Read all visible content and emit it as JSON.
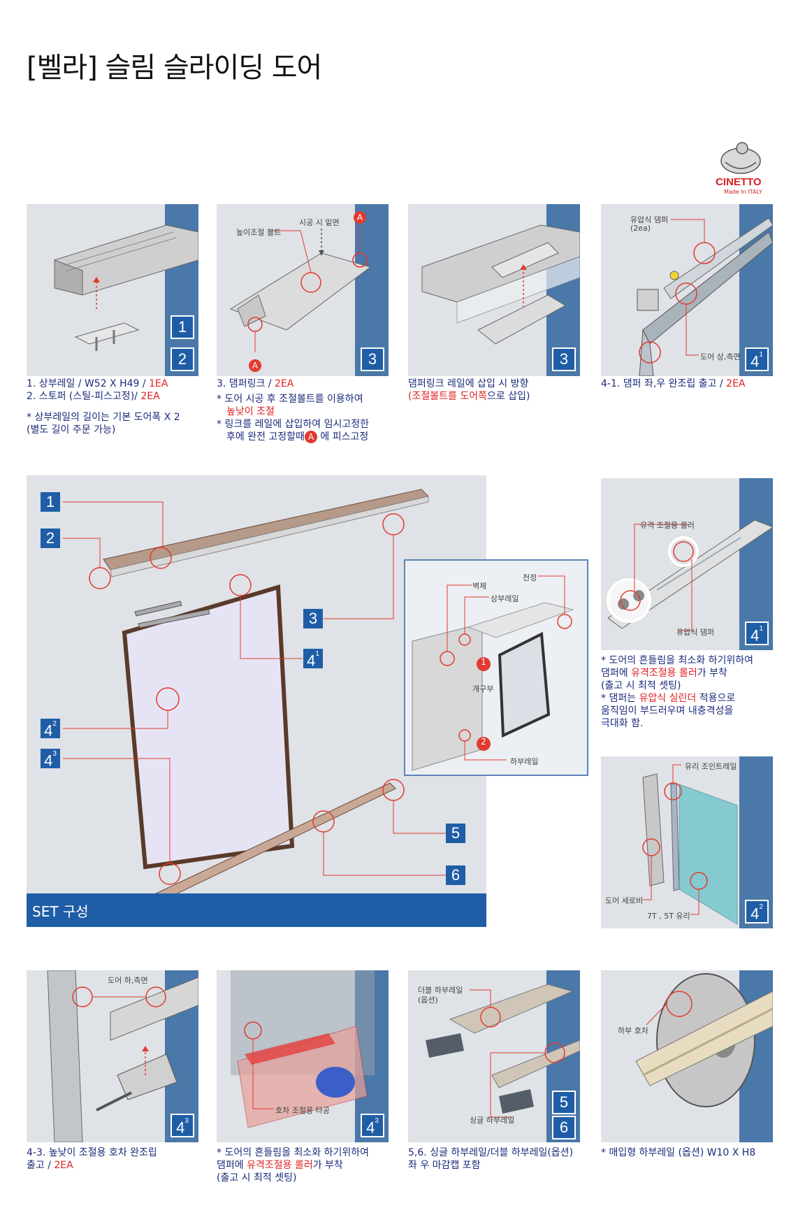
{
  "title": "[벨라] 슬림 슬라이딩 도어",
  "brand": {
    "name": "CINETTO",
    "tagline": "Made In ITALY"
  },
  "colors": {
    "accent_blue": "#1f5ea6",
    "stripe_blue": "#4a78a8",
    "marker_red": "#e23a30",
    "text_navy": "#1a2a7a"
  },
  "panels": {
    "p1": {
      "badges": [
        "1",
        "2"
      ]
    },
    "p2": {
      "labels": {
        "height_bolt": "높이조절 볼트",
        "install_bottom": "시공 시 밑면"
      },
      "badge": "3",
      "marker": "A"
    },
    "p3": {
      "badge": "3"
    },
    "p4": {
      "labels": {
        "damper": "유압식 댐퍼",
        "damper_qty": "(2ea)",
        "door_top_side": "도어 상,측면"
      },
      "badge_main": "4",
      "badge_sup": "1"
    },
    "p5": {
      "labels": {
        "roller": "유격 조절용 롤러",
        "damper": "유압식 댐퍼"
      },
      "badge_main": "4",
      "badge_sup": "1"
    },
    "p6": {
      "labels": {
        "glass_rail": "유리 조인트레일",
        "door_stile": "도어 세로비",
        "glass": "7T , 5T 유리"
      },
      "badge_main": "4",
      "badge_sup": "2"
    },
    "p7": {
      "labels": {
        "door_bottom_side": "도어 하,측면"
      },
      "badge_main": "4",
      "badge_sup": "3"
    },
    "p8": {
      "labels": {
        "wheel_tap": "호차 조절용 타공"
      },
      "badge_main": "4",
      "badge_sup": "3"
    },
    "p9": {
      "labels": {
        "double_rail": "더블 하부레일",
        "option": "(옵션)",
        "single_rail": "싱글 하부레일"
      },
      "badges": [
        "5",
        "6"
      ]
    },
    "p10": {
      "labels": {
        "bottom_wheel": "하부 호차"
      }
    }
  },
  "captions": {
    "c1": {
      "line1": "1. 상부레일 /  W52 X H49 / ",
      "line1_red": "1EA",
      "line2": "2. 스토퍼 (스틸-피스고정)/ ",
      "line2_red": "2EA",
      "note1": "* 상부레일의 길이는 기본 도어폭 X 2",
      "note2": "  (별도 길이 주문 가능)"
    },
    "c2": {
      "line1": "3. 댐퍼링크 / ",
      "line1_red": "2EA",
      "note1": "* 도어 시공 후 조절볼트를 이용하여",
      "note1b_red": "높낮이 조절",
      "note2": "* 링크를 레일에 삽입하여 임시고정한",
      "note3a": "후에 완전 고정할때",
      "note3b": " 에 피스고정"
    },
    "c3": {
      "line1": "댐퍼링크 레일에 삽입 시 방향",
      "line2a": "(",
      "line2_red": "조절볼트를 도어쪽",
      "line2b": "으로 삽입)"
    },
    "c4": {
      "line1": "4-1. 댐퍼 좌,우 완조립 출고 / ",
      "line1_red": "2EA"
    },
    "c5": {
      "l1": "* 도어의 흔들림을 최소화 하기위하여",
      "l2a": "댐퍼에 ",
      "l2_red": "유격조절용 롤러",
      "l2b": "가 부착",
      "l3": "(출고 시 최적 셋팅)",
      "l4a": "* 댐퍼는 ",
      "l4_red": "유압식 실린더",
      "l4b": " 적용으로",
      "l5": "움직임이 부드러우며  내충격성을",
      "l6": "극대화 함."
    },
    "c7": {
      "l1": "4-3. 높낮이 조절용 호차  완조립",
      "l2": "    출고 / ",
      "l2_red": "2EA"
    },
    "c8": {
      "l1": "* 도어의 흔들림을 최소화 하기위하여",
      "l2a": "댐퍼에 ",
      "l2_red": "유격조절용 롤러",
      "l2b": "가 부착",
      "l3": "(출고 시 최적 셋팅)"
    },
    "c9": {
      "l1": "5,6. 싱글 하부레일/더블 하부레일(옵션)",
      "l2": "  좌 우 마감캡 포함"
    },
    "c10": {
      "l1": "* 매입형 하부레일 (옵션) W10 X H8"
    }
  },
  "set": {
    "label": "SET 구성",
    "badges": [
      "1",
      "2",
      "3",
      "5",
      "6"
    ],
    "badges_sup": [
      {
        "main": "4",
        "sup": "1"
      },
      {
        "main": "4",
        "sup": "2"
      },
      {
        "main": "4",
        "sup": "3"
      }
    ],
    "inset": {
      "wall": "벽체",
      "ceiling": "천정",
      "top_rail": "상부레일",
      "opening": "개구부",
      "bottom_rail": "하부레일",
      "step1": "1",
      "step2": "2"
    }
  }
}
